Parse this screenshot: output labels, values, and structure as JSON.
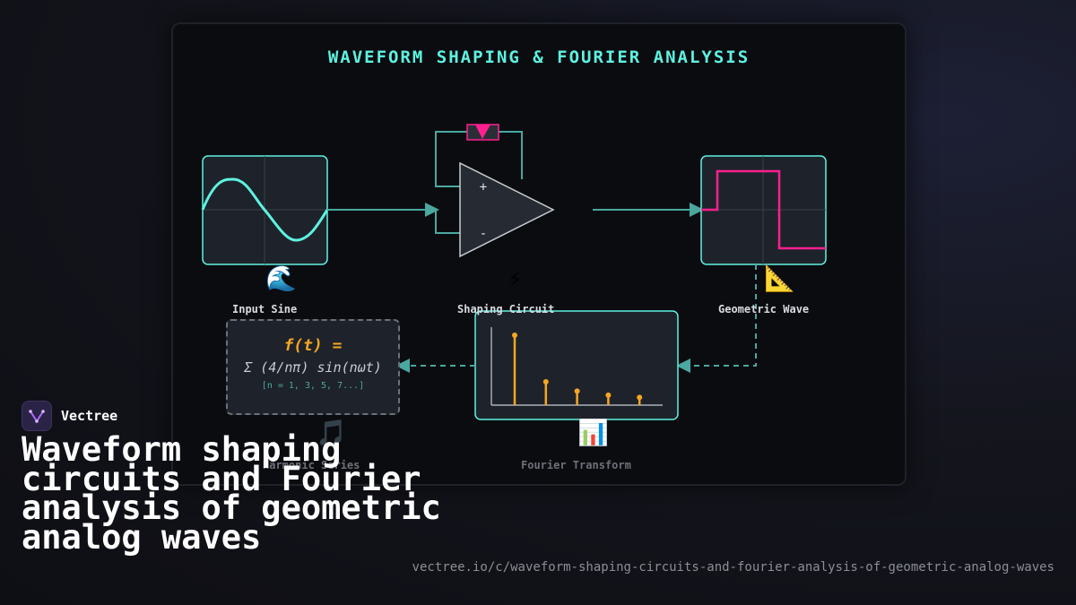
{
  "panel": {
    "title": "WAVEFORM SHAPING & FOURIER ANALYSIS"
  },
  "nodes": {
    "input_sine": {
      "label": "Input Sine",
      "icon": "wave-icon",
      "emoji": "🌊"
    },
    "shaping_circuit": {
      "label": "Shaping Circuit",
      "icon": "lightning-icon",
      "emoji": "⚡",
      "plus": "+",
      "minus": "-"
    },
    "geometric_wave": {
      "label": "Geometric Wave",
      "icon": "triangle-ruler-icon",
      "emoji": "📐"
    },
    "fourier_transform": {
      "label": "Fourier Transform",
      "icon": "bar-chart-icon",
      "emoji": "📊"
    },
    "harmonic_series": {
      "label": "Harmonic Series",
      "icon": "music-note-icon",
      "emoji": "🎵"
    }
  },
  "formula": {
    "line1": "f(t) =",
    "line2": "Σ (4/nπ) sin(nωt)",
    "line3": "[n = 1, 3, 5, 7...]"
  },
  "spectrum": {
    "harmonics": [
      1,
      3,
      5,
      7,
      9
    ],
    "amplitudes": [
      1.0,
      0.333,
      0.2,
      0.143,
      0.111
    ]
  },
  "colors": {
    "accent": "#5ef2e0",
    "connector": "#4aa8a0",
    "square_wave": "#ff1f8f",
    "spectrum": "#f5a623"
  },
  "brand": {
    "name": "Vectree",
    "title": "Waveform shaping circuits and Fourier analysis of geometric analog waves",
    "url": "vectree.io/c/waveform-shaping-circuits-and-fourier-analysis-of-geometric-analog-waves"
  }
}
